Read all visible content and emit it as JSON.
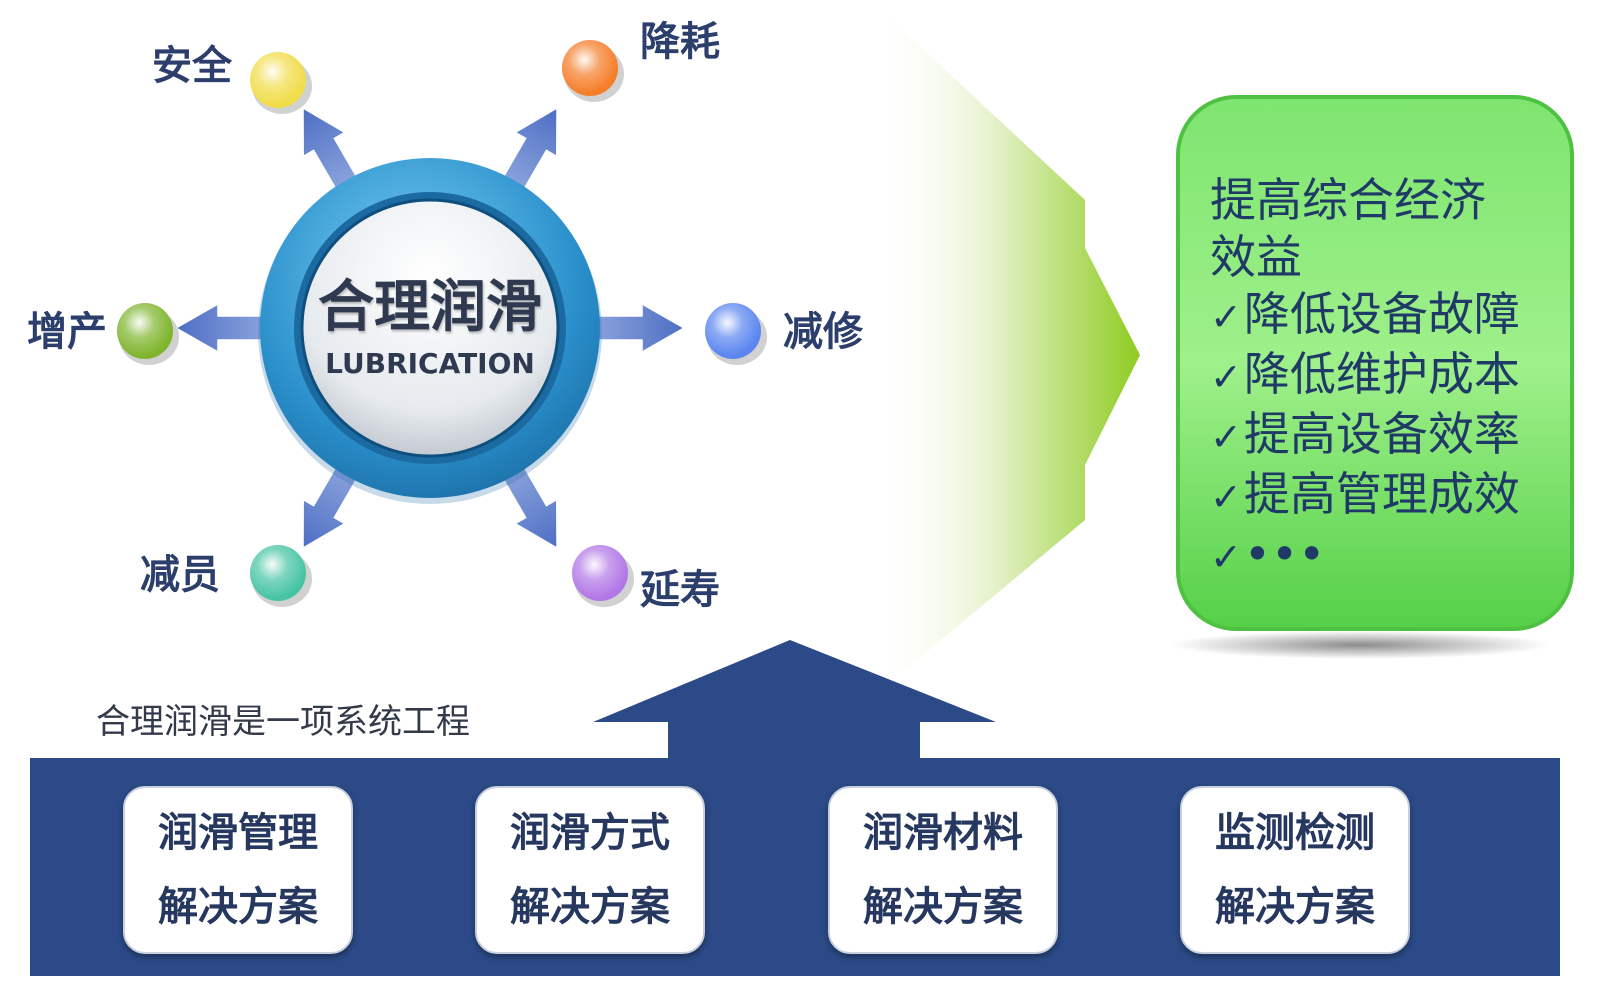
{
  "center": {
    "title": "合理润滑",
    "subtitle": "LUBRICATION"
  },
  "spokes": [
    {
      "label": "安全",
      "color": "#f1dc4a"
    },
    {
      "label": "降耗",
      "color": "#f57e2a"
    },
    {
      "label": "减修",
      "color": "#5b86f0"
    },
    {
      "label": "延寿",
      "color": "#b277e6"
    },
    {
      "label": "减员",
      "color": "#47c4a4"
    },
    {
      "label": "增产",
      "color": "#7fb52e"
    }
  ],
  "benefits": {
    "heading_lines": [
      "提高综合经济",
      "效益"
    ],
    "check_mark": "✓",
    "items": [
      "降低设备故障",
      "降低维护成本",
      "提高设备效率",
      "提高管理成效",
      "•••"
    ]
  },
  "system": {
    "title": "合理润滑是一项系统工程",
    "solutions": [
      {
        "line1": "润滑管理",
        "line2": "解决方案"
      },
      {
        "line1": "润滑方式",
        "line2": "解决方案"
      },
      {
        "line1": "润滑材料",
        "line2": "解决方案"
      },
      {
        "line1": "监测检测",
        "line2": "解决方案"
      }
    ]
  },
  "colors": {
    "navy": "#2b4a87",
    "green": "#66d95c",
    "ring": "#2f97cf",
    "arrow": "#5a78c8"
  }
}
